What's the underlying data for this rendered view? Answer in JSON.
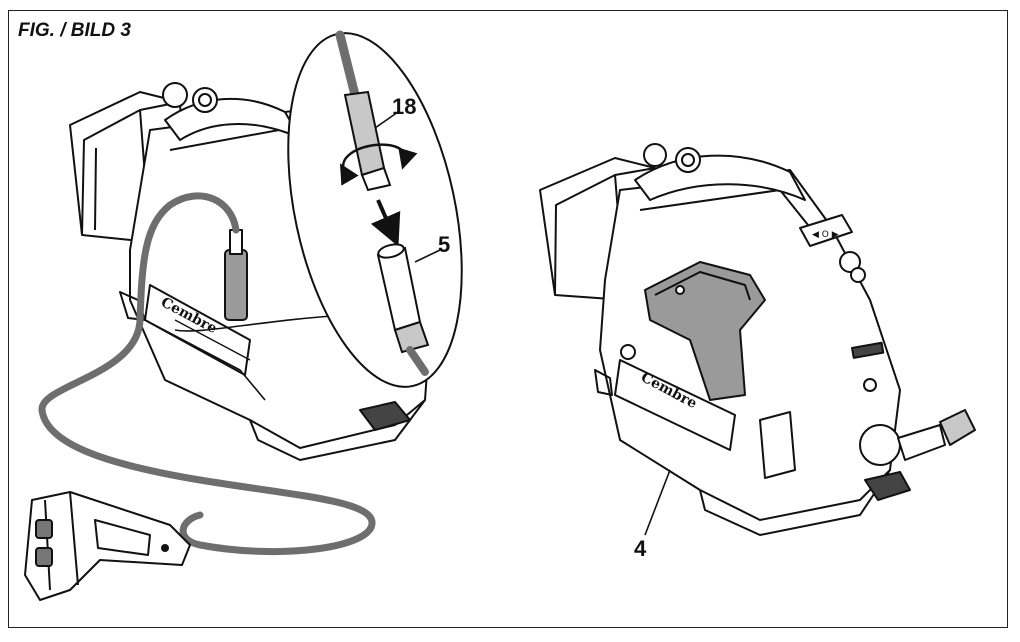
{
  "figure": {
    "title": "FIG. / BILD 3",
    "callouts": {
      "c18": "18",
      "c5": "5",
      "c4": "4"
    },
    "brand_marks": {
      "left": "Cembre",
      "right": "Cembre"
    },
    "colors": {
      "line": "#111111",
      "cable": "#6e6e6e",
      "shade": "#9a9a9a",
      "light_shade": "#c8c8c8"
    },
    "icons": [
      "rotate-arrow-icon",
      "down-arrow-icon"
    ]
  }
}
